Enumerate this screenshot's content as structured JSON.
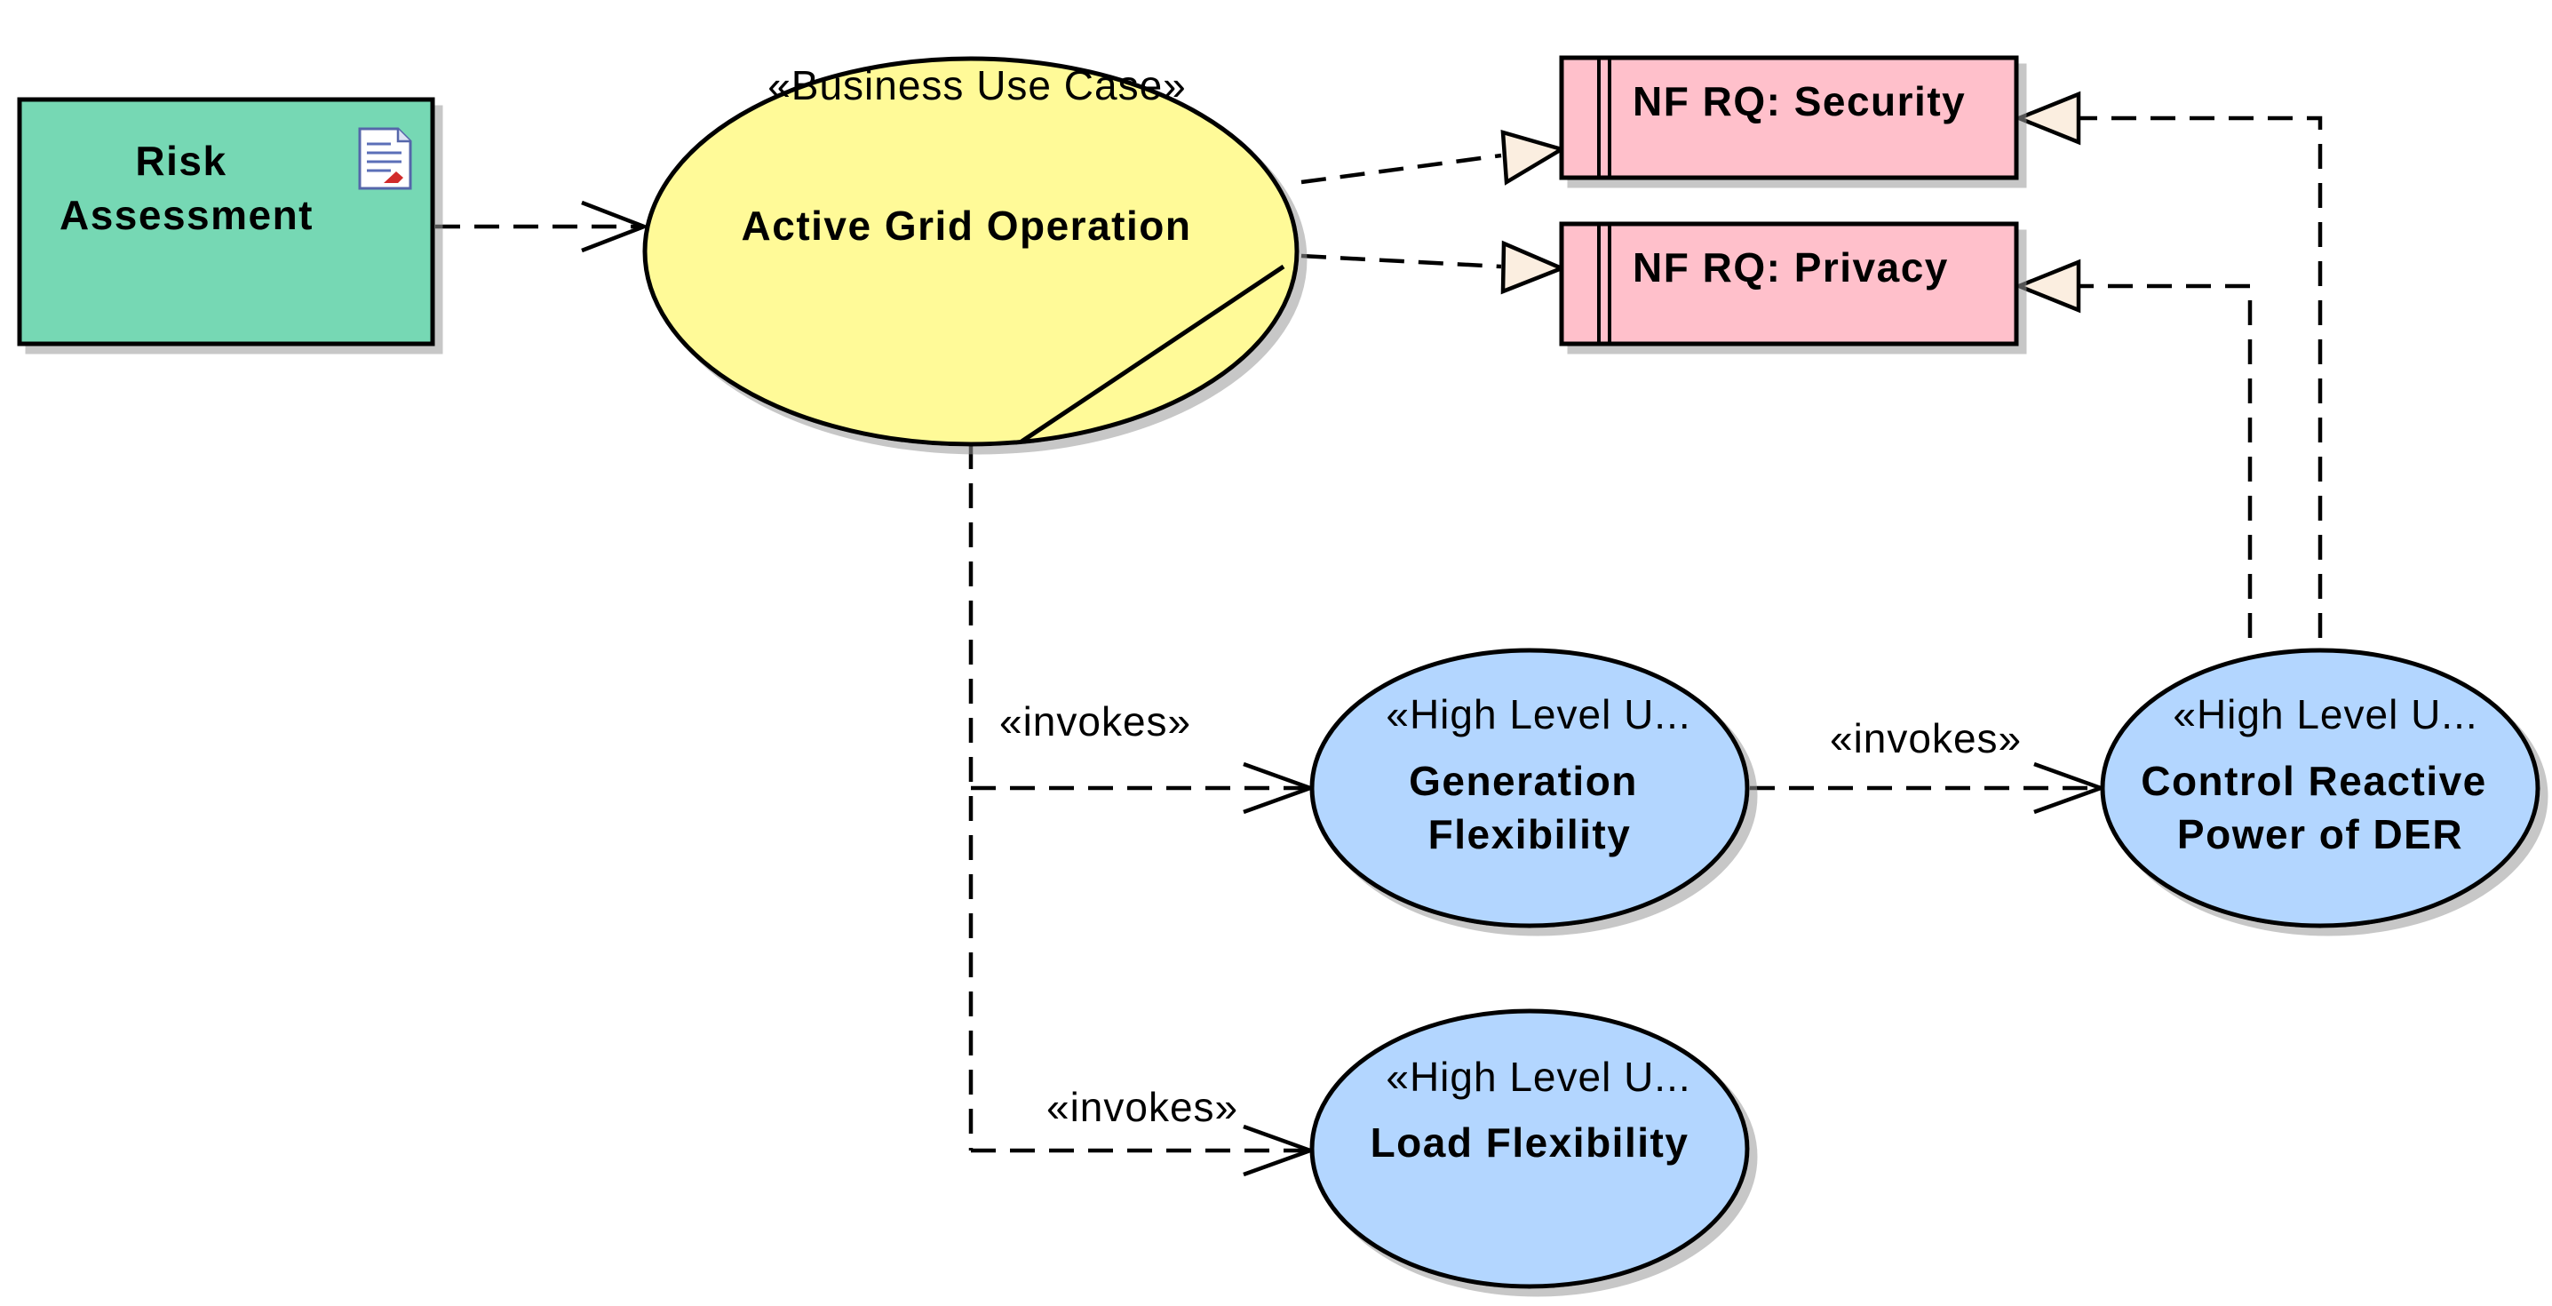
{
  "colors": {
    "artifact_fill": "#76d8b4",
    "business_use_case_fill": "#fffa98",
    "requirement_fill": "#ffc0cb",
    "high_level_use_case_fill": "#b3d6ff",
    "triangle_fill": "#fbeee0",
    "stroke": "#000000"
  },
  "nodes": {
    "risk_assessment": {
      "line1": "Risk",
      "line2": "Assessment",
      "icon": "document-icon"
    },
    "active_grid": {
      "stereotype": "«Business Use Case»",
      "name": "Active Grid Operation"
    },
    "nf_security": {
      "name": "NF RQ: Security"
    },
    "nf_privacy": {
      "name": "NF RQ: Privacy"
    },
    "generation_flex": {
      "stereotype": "«High Level U...",
      "line1": "Generation",
      "line2": "Flexibility"
    },
    "control_reactive": {
      "stereotype": "«High Level U...",
      "line1": "Control Reactive",
      "line2": "Power of DER"
    },
    "load_flex": {
      "stereotype": "«High Level U...",
      "name": "Load Flexibility"
    }
  },
  "connectors": {
    "invokes_generation": "«invokes»",
    "invokes_control": "«invokes»",
    "invokes_load": "«invokes»"
  }
}
